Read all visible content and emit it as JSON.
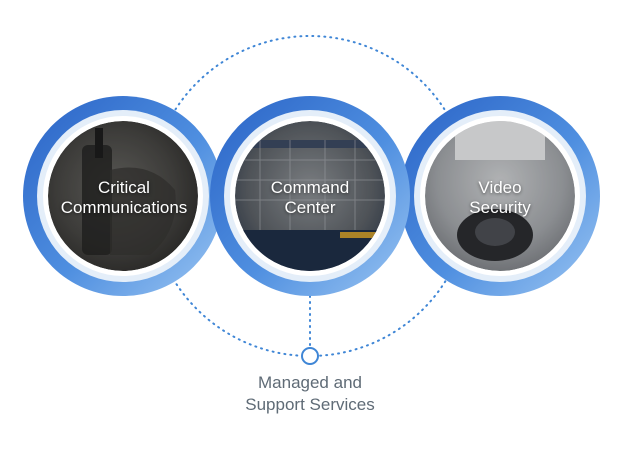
{
  "services": [
    {
      "line1": "Critical",
      "line2": "Communications",
      "photo": "two-way-radio-hand-photo"
    },
    {
      "line1": "Command",
      "line2": "Center",
      "photo": "monitoring-screen-map-photo"
    },
    {
      "line1": "Video",
      "line2": "Security",
      "photo": "dome-security-camera-photo"
    }
  ],
  "center_label": {
    "line1": "Managed and",
    "line2": "Support Services"
  },
  "colors": {
    "ring_dark": "#2f6fd0",
    "ring_light": "#7fb0ea",
    "ring_inner": "#d9e8f8",
    "dotted_line": "#3f86d6",
    "caption_text": "#5f6b76"
  }
}
